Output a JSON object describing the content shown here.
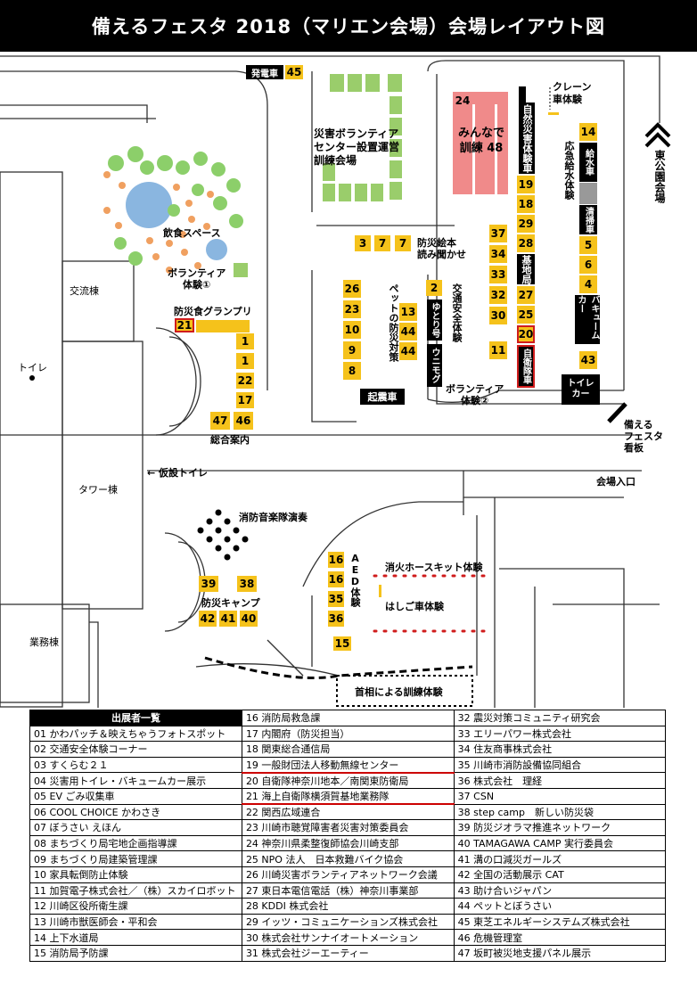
{
  "title": "備えるフェスタ 2018（マリエン会場）会場レイアウト図",
  "map_labels": {
    "hatsudensha": "発電車",
    "volunteer_center": [
      "災害ボランティア",
      "センター設置運営",
      "訓練会場"
    ],
    "minnade": [
      "みんなで",
      "訓練 48"
    ],
    "crane": [
      "クレーン",
      "車体験"
    ],
    "kinkyu_kyusui": "応急給水体験",
    "kyusuisha": "給水車",
    "seisosha": "清掃車",
    "shizen_saigai": "自然災害体験車",
    "kichikyoku": "基地局",
    "jieitaisha": "自衛隊車",
    "vacuum": "バキュームカー",
    "toilet_car": [
      "トイレ",
      "カー"
    ],
    "higashi_koen": "東公園会場",
    "inshoku": "飲食スペース",
    "volunteer1": [
      "ボランティア",
      "体験①"
    ],
    "gurupri": "防災食グランプリ",
    "koryu": "交流棟",
    "toilet": "トイレ",
    "tower": "タワー棟",
    "gyomu": "業務棟",
    "sogo_annai": "総合案内",
    "ehon": [
      "防災絵本",
      "読み聞かせ"
    ],
    "pet": "ペットの防災対策",
    "kotsu": "交通安全体験",
    "yutori": "ゆとり号",
    "unimog": "ウニモグ",
    "kishinsha": "起震車",
    "volunteer2": [
      "ボランティア",
      "体験②"
    ],
    "sonaeru_kanban": [
      "備える",
      "フェスタ",
      "看板"
    ],
    "kaijo_iriguchi": "会場入口",
    "kasetsu_toilet": "← 仮設トイレ",
    "ongakutai": "消防音楽隊演奏",
    "camp": "防災キャンプ",
    "aed": "AED体験",
    "hose": "消火ホースキット体験",
    "hashigo": "はしご車体験",
    "shusho": "首相による訓練体験"
  },
  "booths": {
    "b45": "45",
    "b24": "24",
    "b14": "14",
    "b5": "5",
    "b6": "6",
    "b4": "4",
    "b43": "43",
    "col_19_18_29_28": [
      "19",
      "18",
      "29",
      "28"
    ],
    "col_27_25_20": [
      "27",
      "25",
      "20"
    ],
    "col_37_34_33_32_30_11": [
      "37",
      "34",
      "33",
      "32",
      "30",
      "11"
    ],
    "row_3_7_7": [
      "3",
      "7",
      "7"
    ],
    "col_26_23_10_9_8": [
      "26",
      "23",
      "10",
      "9",
      "8"
    ],
    "col_13_44_44": [
      "13",
      "44",
      "44"
    ],
    "b2": "2",
    "b21": "21",
    "col_1_1_22_17": [
      "1",
      "1",
      "22",
      "17"
    ],
    "row_47_46": [
      "47",
      "46"
    ],
    "row_39_38": [
      "39",
      "38"
    ],
    "row_42_41_40": [
      "42",
      "41",
      "40"
    ],
    "col_16_16_35_36": [
      "16",
      "16",
      "35",
      "36"
    ],
    "b15": "15"
  },
  "legend": {
    "header": "出展者一覧",
    "col1": [
      "01 かわパッチ＆映えちゃうフォトスポット",
      "02 交通安全体験コーナー",
      "03 すくらむ２１",
      "04 災害用トイレ・バキュームカー展示",
      "05 EV ごみ収集車",
      "06 COOL CHOICE かわさき",
      "07 ぼうさい えほん",
      "08 まちづくり局宅地企画指導課",
      "09 まちづくり局建築管理課",
      "10 家具転倒防止体験",
      "11 加賀電子株式会社／（株）スカイロボット",
      "12 川崎区役所衛生課",
      "13 川崎市獣医師会・平和会",
      "14 上下水道局",
      "15 消防局予防課"
    ],
    "col2": [
      "16 消防局救急課",
      "17 内閣府（防災担当）",
      "18 関東総合通信局",
      "19 一般財団法人移動無線センター",
      "20 自衛隊神奈川地本／南関東防衛局",
      "21 海上自衛隊横須賀基地業務隊",
      "22 関西広域連合",
      "23 川崎市聴覚障害者災害対策委員会",
      "24 神奈川県柔整復師協会川崎支部",
      "25 NPO 法人　日本救難バイク協会",
      "26 川崎災害ボランティアネットワーク会議",
      "27 東日本電信電話（株）神奈川事業部",
      "28 KDDI 株式会社",
      "29 イッツ・コミュニケーションズ株式会社",
      "30 株式会社サンナイオートメーション",
      "31 株式会社ジーエーティー"
    ],
    "col3": [
      "32 震災対策コミュニティ研究会",
      "33 エリーパワー株式会社",
      "34 住友商事株式会社",
      "35 川崎市消防設備協同組合",
      "36 株式会社　理経",
      "37 CSN",
      "38 step camp　新しい防災袋",
      "39 防災ジオラマ推進ネットワーク",
      "40 TAMAGAWA CAMP 実行委員会",
      "41 溝の口減災ガールズ",
      "42 全国の活動展示 CAT",
      "43 助け合いジャパン",
      "44 ペットとぼうさい",
      "45 東芝エネルギーシステムズ株式会社",
      "46 危機管理室",
      "47 坂町被災地支援パネル展示"
    ]
  },
  "colors": {
    "booth_yellow": "#f5c21b",
    "volunteer_green": "#9acd6b",
    "minnade_pink": "#f08a8a",
    "highlight_red": "#d01c1c"
  }
}
